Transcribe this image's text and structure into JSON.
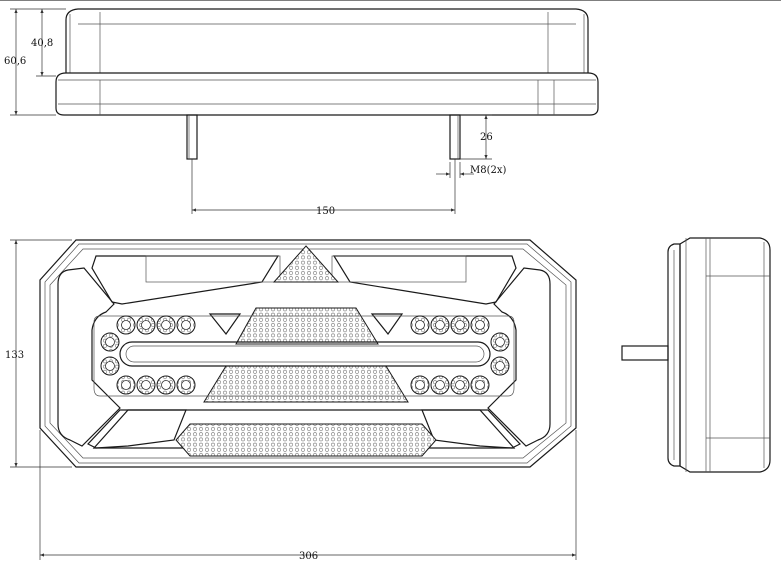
{
  "dimensions": {
    "body_height": "40,8",
    "total_height": "60,6",
    "stud_length": "26",
    "thread": "M8(2x)",
    "stud_spacing": "150",
    "height": "133",
    "width": "306"
  }
}
